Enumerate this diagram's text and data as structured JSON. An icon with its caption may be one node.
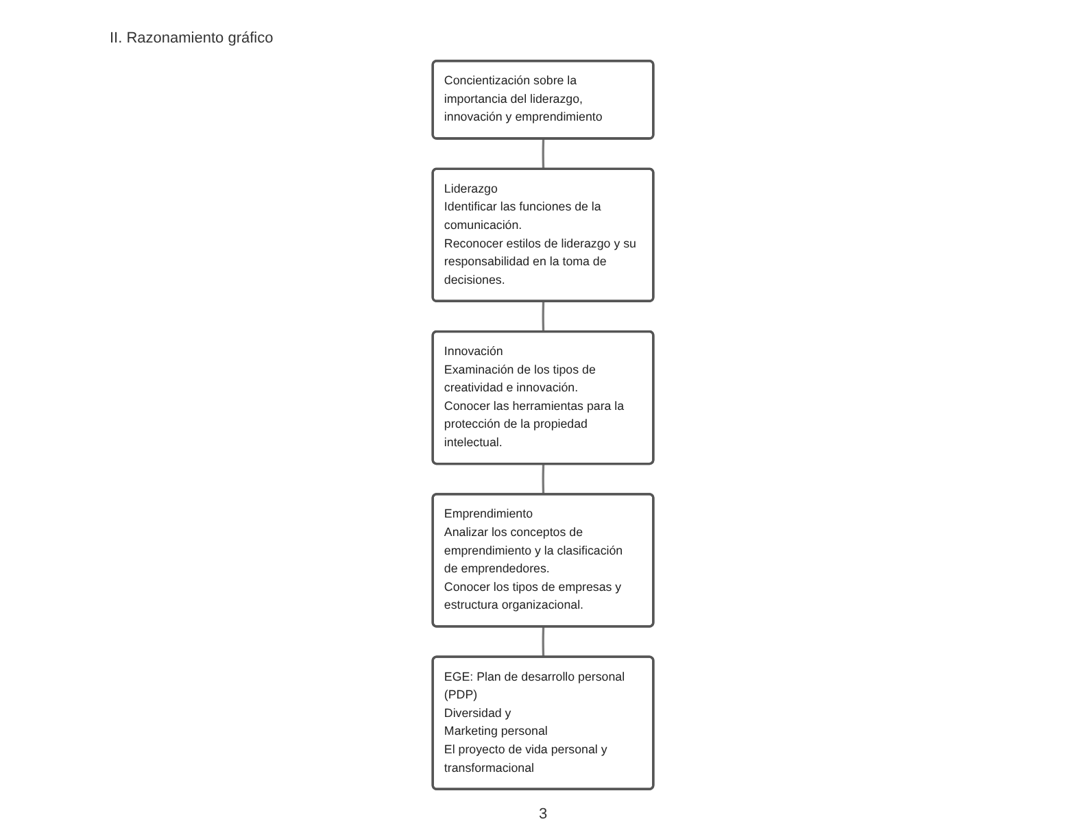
{
  "diagram": {
    "nodes": [
      {
        "text": [
          "Concientización sobre la importancia del liderazgo, innovación y emprendimiento"
        ]
      },
      {
        "text": [
          "Liderazgo",
          "Identificar las funciones de la comunicación.",
          "Reconocer estilos de liderazgo y su responsabilidad en la toma de decisiones."
        ]
      },
      {
        "text": [
          "EGE: Plan de desarrollo personal (PDP)",
          "Diversidad y",
          "Marketing personal",
          "El proyecto de vida personal y transformacional"
        ]
      },
      {
        "text": [
          "Emprendimiento",
          "Analizar los conceptos de emprendimiento y la clasificación de emprendedores.",
          "Conocer los tipos de empresas y estructura organizacional."
        ]
      },
      {
        "text": [
          "Innovación",
          "Examinación de los tipos de creatividad e innovación.",
          "Conocer las herramientas para la protección de la propiedad intelectual."
        ]
      }
    ],
    "edges": [
      {
        "from": 0,
        "to": 1,
        "arrow": "none"
      },
      {
        "from": 1,
        "to": 4,
        "arrow": "none"
      },
      {
        "from": 4,
        "to": 3,
        "arrow": "none"
      },
      {
        "from": 3,
        "to": 2,
        "arrow": "none"
      }
    ],
    "labels": [
      "II. Razonamiento gráfico",
      "3"
    ]
  }
}
